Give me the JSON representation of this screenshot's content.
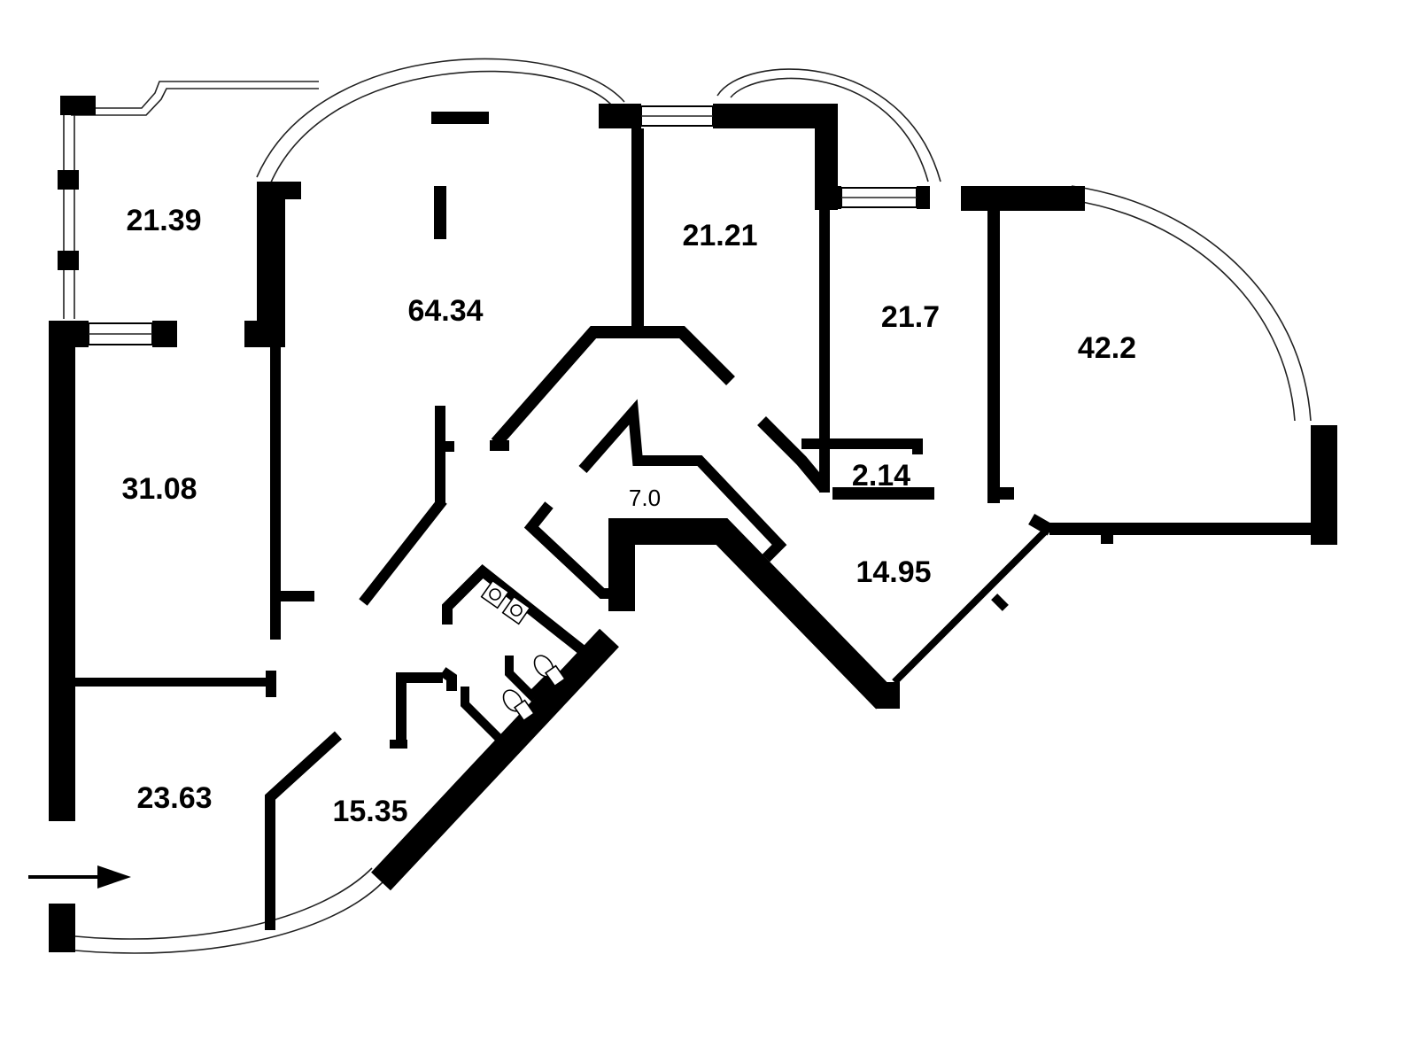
{
  "rooms": [
    {
      "id": "r1",
      "area": "21.39"
    },
    {
      "id": "r2",
      "area": "31.08"
    },
    {
      "id": "r3",
      "area": "23.63"
    },
    {
      "id": "r4",
      "area": "64.34"
    },
    {
      "id": "r5",
      "area": "15.35"
    },
    {
      "id": "r6",
      "area": "21.21"
    },
    {
      "id": "r7",
      "area": "21.7"
    },
    {
      "id": "r8",
      "area": "42.2"
    },
    {
      "id": "r9",
      "area": "7.0"
    },
    {
      "id": "r10",
      "area": "2.14"
    },
    {
      "id": "r11",
      "area": "14.95"
    }
  ],
  "entrance_icon": "arrow-right-icon",
  "colors": {
    "wall": "#000000",
    "background": "#ffffff"
  }
}
